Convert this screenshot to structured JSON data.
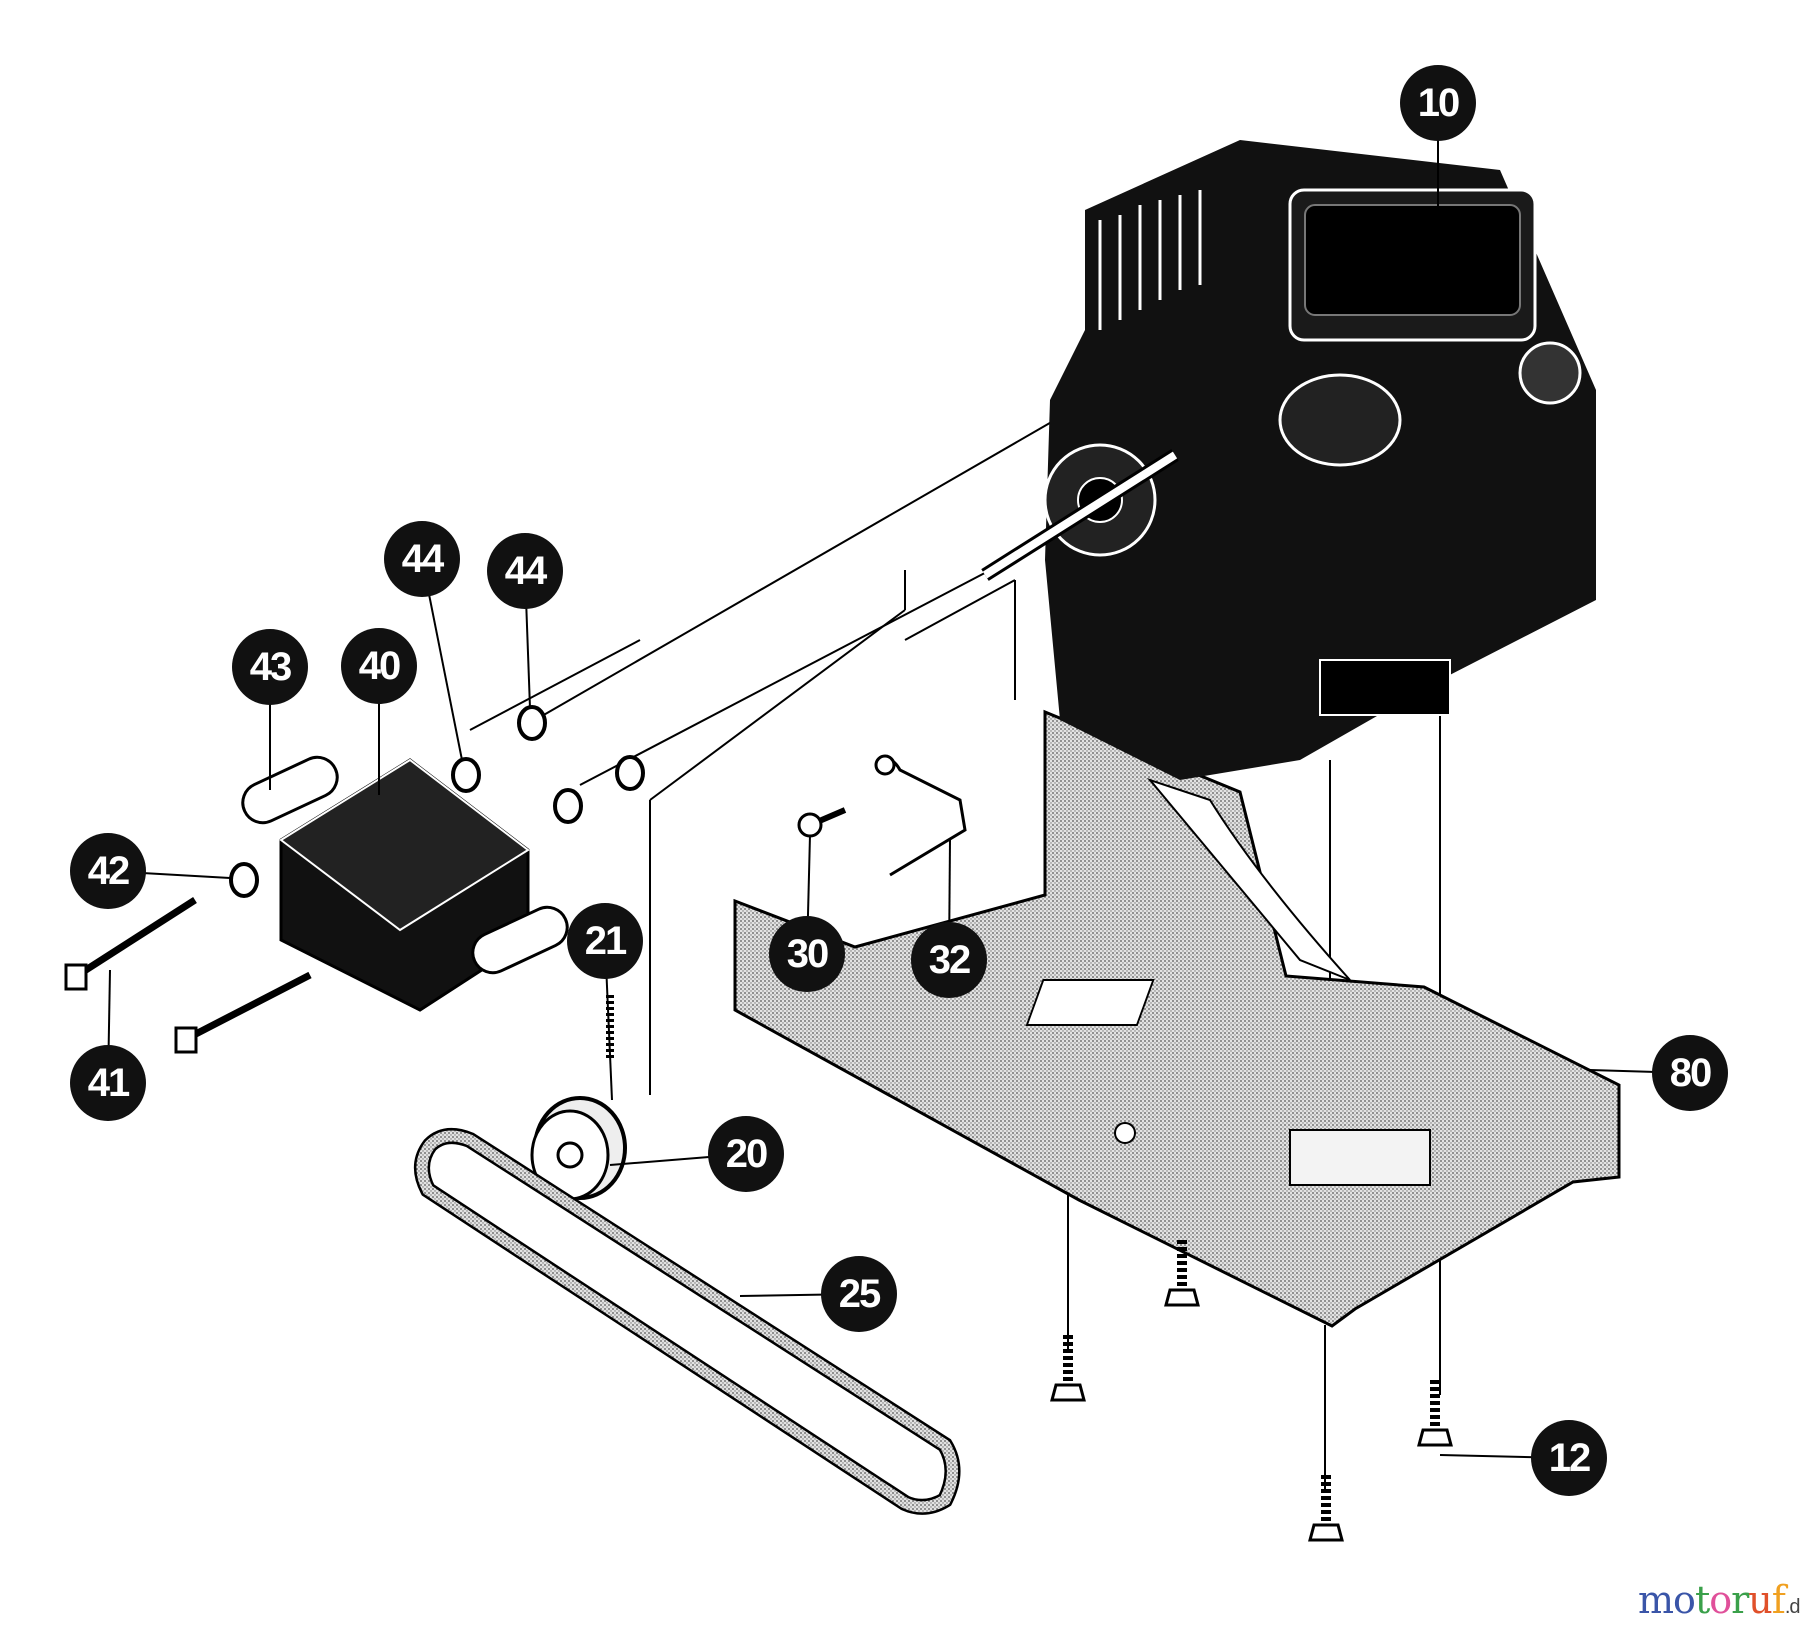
{
  "diagram": {
    "type": "exploded-parts-diagram",
    "callouts": [
      {
        "id": "10",
        "part": "engine"
      },
      {
        "id": "44",
        "part": "washer-a"
      },
      {
        "id": "44",
        "part": "washer-b"
      },
      {
        "id": "43",
        "part": "spacer"
      },
      {
        "id": "40",
        "part": "idler-bracket"
      },
      {
        "id": "42",
        "part": "washer"
      },
      {
        "id": "41",
        "part": "bolt"
      },
      {
        "id": "21",
        "part": "set-screw"
      },
      {
        "id": "20",
        "part": "pulley"
      },
      {
        "id": "25",
        "part": "belt"
      },
      {
        "id": "30",
        "part": "screw"
      },
      {
        "id": "32",
        "part": "rod"
      },
      {
        "id": "80",
        "part": "frame"
      },
      {
        "id": "12",
        "part": "engine-mount-bolt"
      }
    ],
    "colors": {
      "callout": "#111111",
      "ink": "#000000",
      "stipple": "#bdbdbd"
    }
  },
  "watermark": {
    "brand": "motoruf",
    "tld": ".de"
  }
}
